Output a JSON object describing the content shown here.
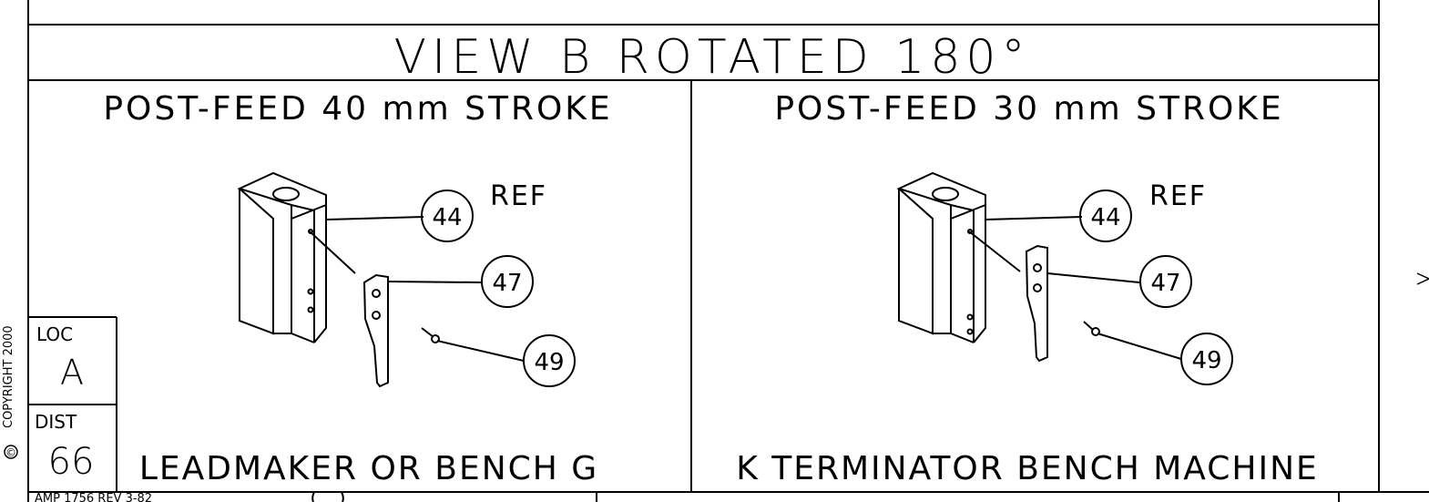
{
  "view_title": "VIEW B  ROTATED 180°",
  "left_panel": {
    "header": "POST-FEED 40 mm STROKE",
    "footer": "LEADMAKER OR BENCH G",
    "callouts": [
      "44",
      "47",
      "49"
    ],
    "ref_label": "REF"
  },
  "right_panel": {
    "header": "POST-FEED 30 mm STROKE",
    "footer": "K TERMINATOR BENCH MACHINE",
    "callouts": [
      "44",
      "47",
      "49"
    ],
    "ref_label": "REF"
  },
  "loc_box": {
    "label": "LOC",
    "value": "A"
  },
  "dist_box": {
    "label": "DIST",
    "value": "66"
  },
  "margin_text": {
    "doc_form": "AMP 1756 REV 3-82",
    "copyright_symbol": "©",
    "left_vertical": "COPYRIGHT 2000"
  }
}
